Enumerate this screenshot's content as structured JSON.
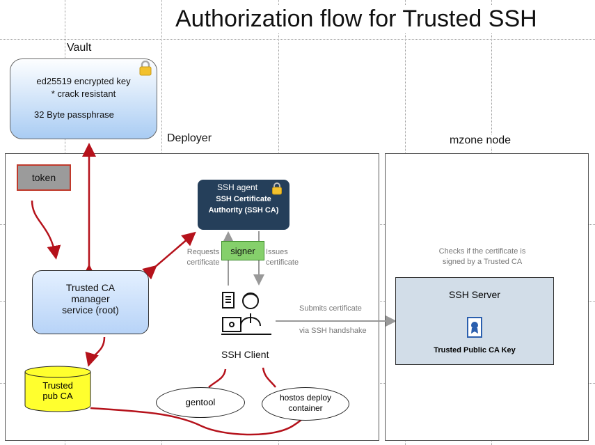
{
  "title": "Authorization flow for Trusted SSH",
  "vault": {
    "heading": "Vault",
    "line1": "ed25519 encrypted key",
    "line2": "* crack resistant",
    "line3": "32 Byte passphrase"
  },
  "deployer": {
    "heading": "Deployer"
  },
  "mzone": {
    "heading": "mzone node"
  },
  "token": {
    "label": "token"
  },
  "ssh_agent": {
    "title": "SSH agent",
    "line1": "SSH Certificate",
    "line2": "Authority (SSH CA)"
  },
  "signer": {
    "label": "signer"
  },
  "requests": {
    "line1": "Requests",
    "line2": "certificate"
  },
  "issues": {
    "line1": "Issues",
    "line2": "certificate"
  },
  "trusted_ca_manager": {
    "line1": "Trusted CA",
    "line2": "manager",
    "line3": "service (root)"
  },
  "ssh_client": {
    "label": "SSH Client"
  },
  "submits": {
    "line1": "Submits certificate",
    "line2": "via SSH handshake"
  },
  "checks": {
    "line1": "Checks if the certificate is",
    "line2": "signed by a Trusted CA"
  },
  "ssh_server": {
    "title": "SSH Server",
    "key_label": "Trusted Public CA Key"
  },
  "trusted_pub_ca": {
    "line1": "Trusted",
    "line2": "pub CA"
  },
  "gentool": {
    "label": "gentool"
  },
  "hostos": {
    "line1": "hostos deploy",
    "line2": "container"
  },
  "colors": {
    "red_arrow": "#b5121b",
    "gray_arrow": "#999999",
    "agent_bg": "#253f5a",
    "signer_bg": "#85d06b",
    "server_bg": "#d2dde8",
    "cylinder": "#ffff2e"
  }
}
